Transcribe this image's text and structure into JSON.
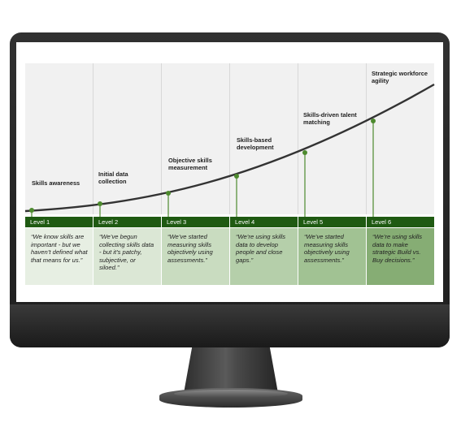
{
  "colors": {
    "level_bar": "#1f5a12",
    "curve": "#333333",
    "marker": "#4d8a2e",
    "quote_shades": [
      "#e7efe3",
      "#dbe7d5",
      "#c9dcc0",
      "#b5cfaa",
      "#a1c293",
      "#86ad74"
    ]
  },
  "levels": [
    {
      "label": "Level 1",
      "stage": "Skills awareness",
      "quote": "“We know skills are important - but we haven’t defined what that means for us.”"
    },
    {
      "label": "Level 2",
      "stage": "Initial data collection",
      "quote": "“We’ve begun collecting skills data - but it’s patchy, subjective, or siloed.”"
    },
    {
      "label": "Level 3",
      "stage": "Objective skills measurement",
      "quote": "“We’ve started measuring skills objectively using assessments.”"
    },
    {
      "label": "Level 4",
      "stage": "Skills-based development",
      "quote": "“We’re using skills data to develop people and close gaps.”"
    },
    {
      "label": "Level 5",
      "stage": "Skills-driven talent matching",
      "quote": "“We’ve started measuring skills objectively using assessments.”"
    },
    {
      "label": "Level 6",
      "stage": "Strategic workforce agility",
      "quote": "“We’re using skills data to make strategic Build vs. Buy decisions.”"
    }
  ]
}
